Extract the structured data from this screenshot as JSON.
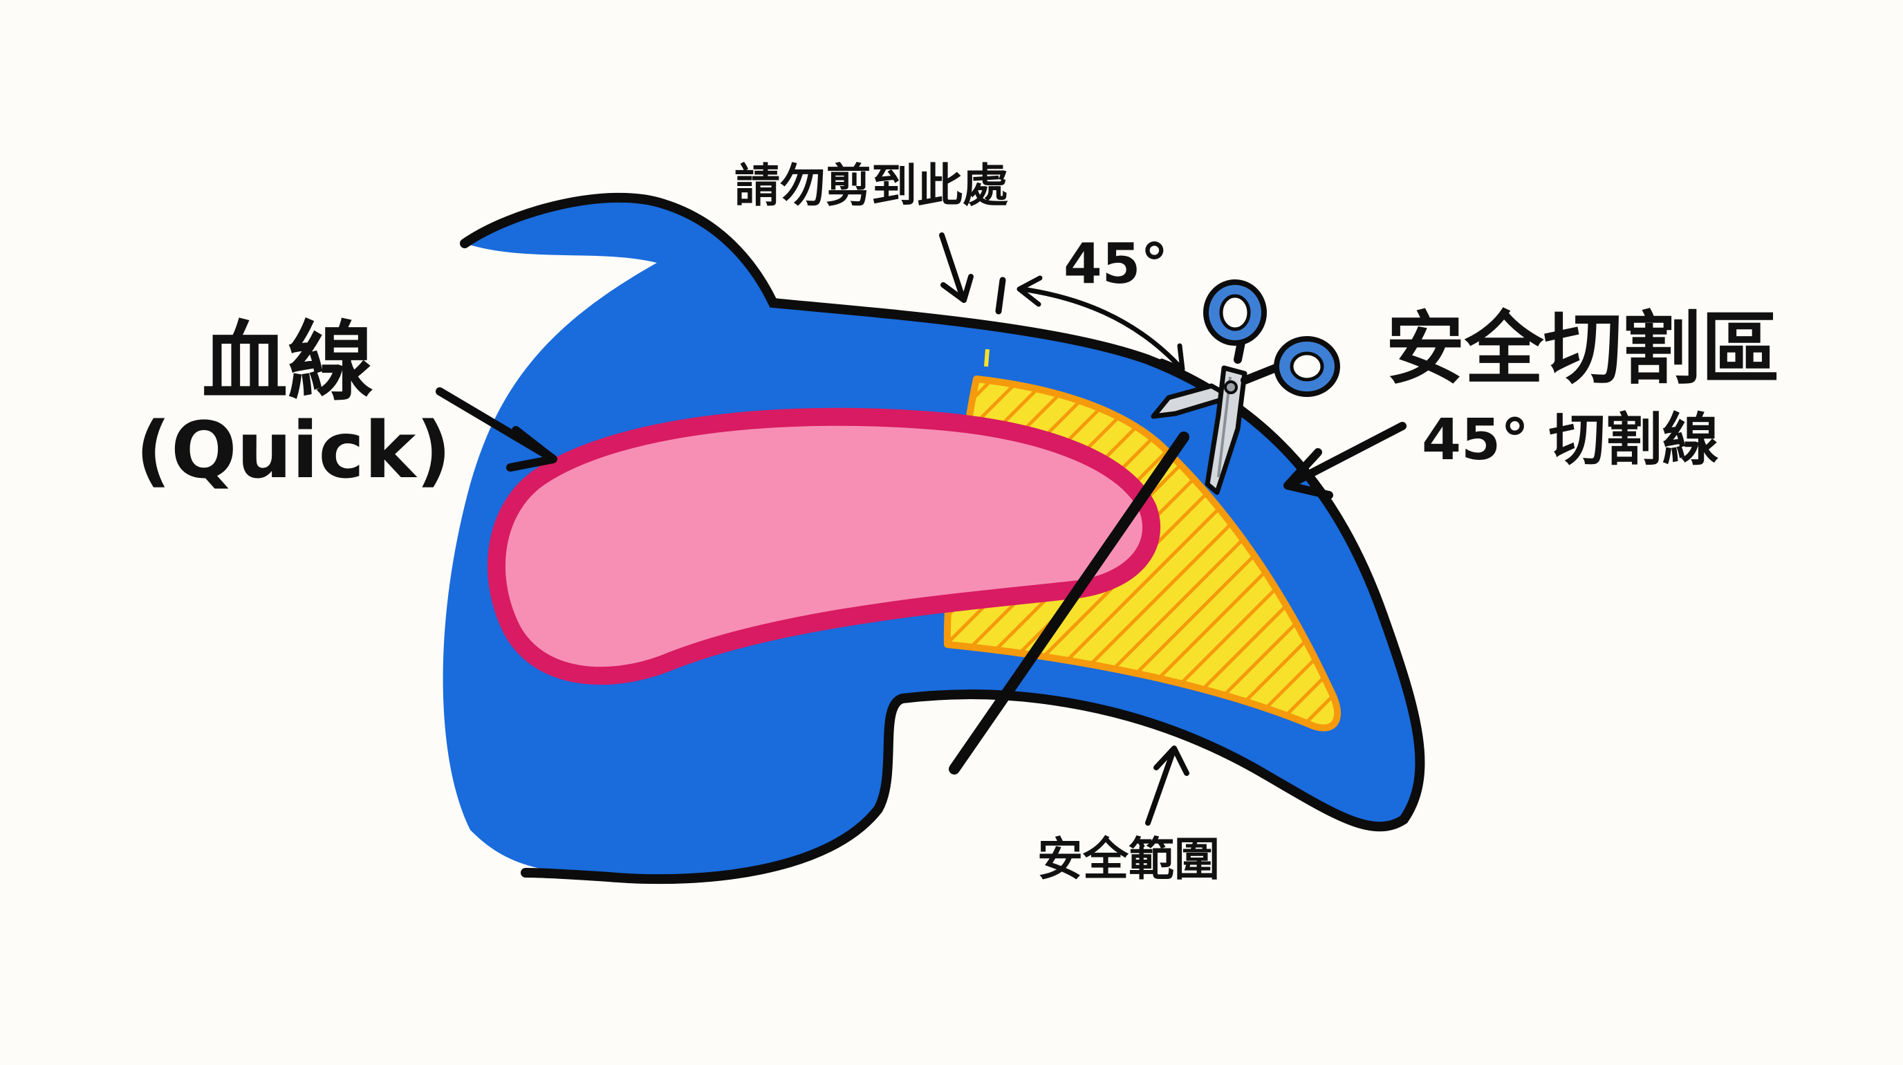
{
  "labels": {
    "quick_zh": "血線",
    "quick_en": "(Quick)",
    "do_not_cut": "請勿剪到此處",
    "angle": "45°",
    "safe_cut_zone": "安全切割區",
    "cut_line": "45° 切割線",
    "safe_range": "安全範圍"
  },
  "colors": {
    "background": "#fdfcf8",
    "nail": "#1a6bdc",
    "outline": "#0c0c0c",
    "quick_fill": "#f78fb4",
    "quick_border": "#d81b62",
    "safe_zone": "#f7e12b",
    "safe_zone_border": "#f59a0c",
    "scissors_handle": "#3e7fd6",
    "scissors_blade": "#d5d9dd"
  },
  "icons": [
    "scissors-icon",
    "arrow-icon"
  ]
}
